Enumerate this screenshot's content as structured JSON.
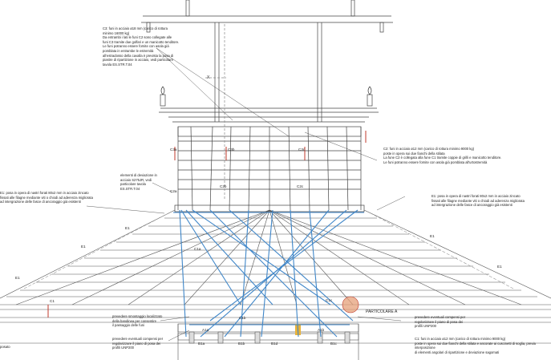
{
  "colors": {
    "structure": "#4a4a4a",
    "cable": "#3f86c8",
    "red_mark": "#c0392b",
    "highlight": "#e6a07a",
    "yellow": "#e8b23a"
  },
  "notes": {
    "c3": "C3: funi in acciaio ø18 mm (carico di rottura\nminimo 16000 kg)\nDa entrambi i lati le funi C2 sono collegate alle\nfuni C3 tramite due golfari e un manicotto tenditore.\nLe funi potranno essere fornite con asola già\npomblata in entrambe le estremità\nall'estradosso della cavalla è prevista la posa di\npiastre di ripartizione in acciaio, vedi particolare\ntavola ES.STR.T.04",
    "deviazione": "elementi di deviazione in\nacciaio S275JR, vedi\nparticolare tavola\nES.STR.T.04",
    "c2": "C2: funi in acciaio ø12 mm (carico di rottura minimo 9000 kg)\nposte in opera sui due fianchi della stilata\nLa fune C2 è collegata alla fune C1 tramite coppie di grilli e manicotto tenditore.\nLe funi potranno essere fornite con asola già pomblata all'urtostremità",
    "e1_left": "E1: posa in opera di nastri forati 80x2 mm in acciaio zincato\nfissati alle filagne mediante viti o chiodi ad aderenza migliorata\nad intergrazione delle fasce di ancoraggio già esistenti",
    "e1_right": "E1: posa in opera di nastri forati 80x2 mm in acciaio zincato\nfissati alle filagne mediante viti o chiodi ad aderenza migliorata\nad intergrazione delle fasce di ancoraggio già esistenti",
    "smontaggio": "prevedere smontaggio localizzato\ndella bandinea per consentire\nil passaggio delle funi",
    "compensi_left": "prevedere eventuali compensi per\nregolarizzare il piano di posa dei\nprofili UNP200",
    "compensi_right": "prevedere eventuali compensi per\nregolarizzare il piano di posa dei\nprofili UNP200",
    "c1": "C1: funi in acciaio ø12 mm (carico di rottura minimo 9000 kg)\nposte in opera sui due fianchi della stilata e ancorate ai cuscinetti di soglia, previa interposizione\ndi elementi angolari di ripartizione e deviazione sagomati",
    "bottom_left": "posato"
  },
  "labels": {
    "particolare": "PARTICOLARE A",
    "section_x": "X",
    "e1": "E1",
    "c1": "C1",
    "c1a": "C1a",
    "c1b": "C1b",
    "c1c": "C1c",
    "c2a": "C2a",
    "c2b": "C2b",
    "c2c": "C2c",
    "c3a": "C3a",
    "c3b": "C3b",
    "c3c": "C3c",
    "b1a": "B1a",
    "b1b": "B1b",
    "b1c": "B1c",
    "b1d": "B1d",
    "a1a": "A1a",
    "a1b": "A1b"
  }
}
